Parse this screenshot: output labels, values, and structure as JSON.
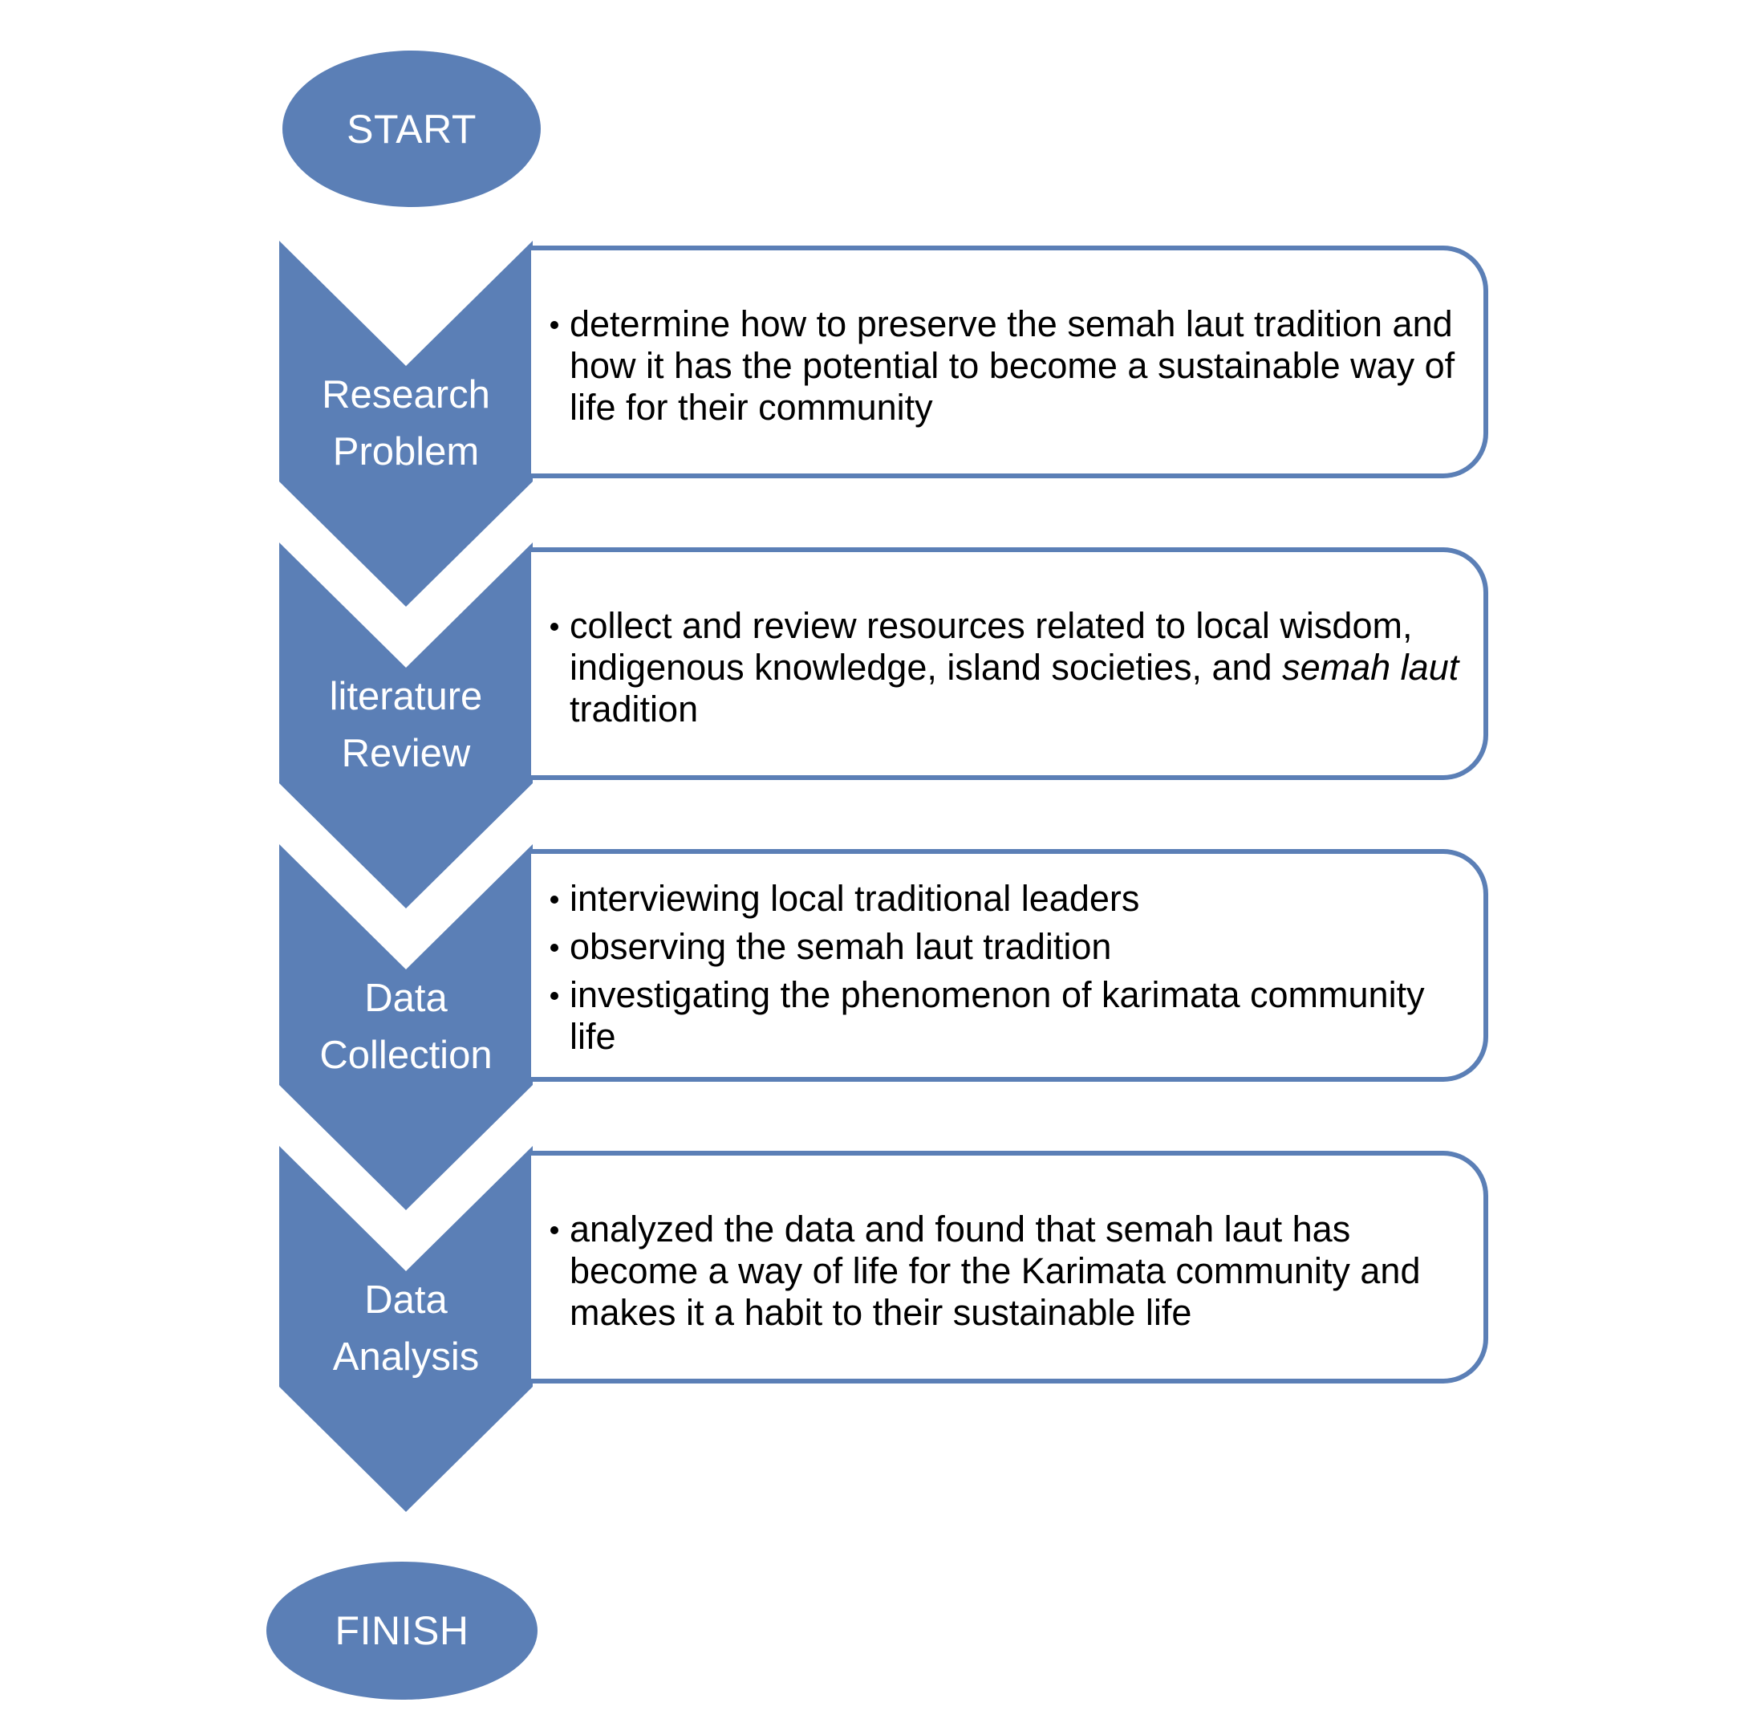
{
  "start": {
    "label": "START"
  },
  "finish": {
    "label": "FINISH"
  },
  "steps": [
    {
      "label_line1": "Research",
      "label_line2": "Problem",
      "bullets": [
        "determine how to preserve the semah laut tradition and how it has the potential to become a sustainable way of life for their community"
      ]
    },
    {
      "label_line1": "literature",
      "label_line2": "Review",
      "bullets_prefix": "collect and review resources related to local wisdom, indigenous knowledge, island societies, and",
      "bullets_italic": "semah laut",
      "bullets_suffix": "tradition"
    },
    {
      "label_line1": "Data",
      "label_line2": "Collection",
      "bullets": [
        "interviewing local traditional leaders",
        "observing the semah laut tradition",
        "investigating the phenomenon of karimata community life"
      ]
    },
    {
      "label_line1": "Data",
      "label_line2": "Analysis",
      "bullets": [
        "analyzed the data and found that semah laut has become a way of life for the Karimata community and makes it a habit to their sustainable life"
      ]
    }
  ],
  "colors": {
    "shape_fill": "#5b7fb6",
    "shape_text": "#ffffff",
    "box_text": "#000000"
  }
}
